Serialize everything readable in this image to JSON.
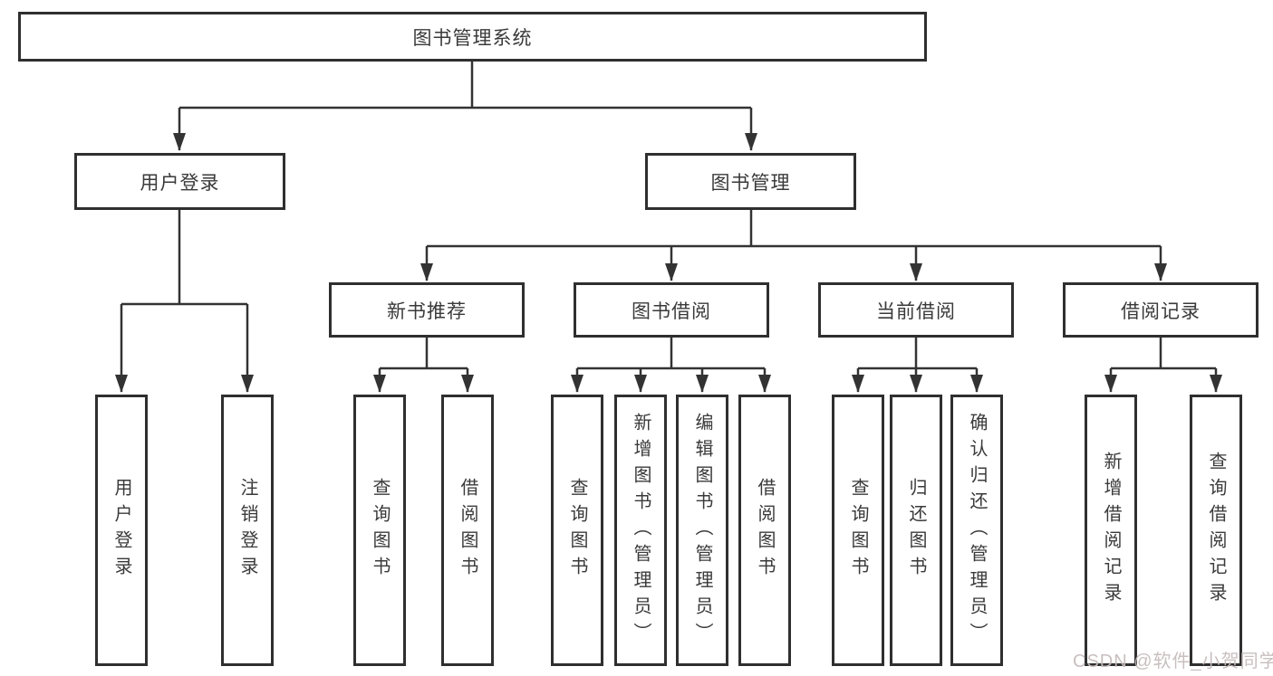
{
  "diagram": {
    "type": "tree",
    "colors": {
      "line": "#333333",
      "border": "#2f2f2f",
      "box_background": "#ffffff",
      "text": "#3a3a3a",
      "watermark": "#c7bcbc"
    },
    "root": {
      "label": "图书管理系统"
    },
    "level2": [
      {
        "label": "用户登录"
      },
      {
        "label": "图书管理"
      }
    ],
    "level3": [
      {
        "label": "新书推荐",
        "parent": "图书管理"
      },
      {
        "label": "图书借阅",
        "parent": "图书管理"
      },
      {
        "label": "当前借阅",
        "parent": "图书管理"
      },
      {
        "label": "借阅记录",
        "parent": "图书管理"
      }
    ],
    "leaves": [
      {
        "label": "用户登录",
        "parent": "用户登录"
      },
      {
        "label": "注销登录",
        "parent": "用户登录"
      },
      {
        "label": "查询图书",
        "parent": "新书推荐"
      },
      {
        "label": "借阅图书",
        "parent": "新书推荐"
      },
      {
        "label": "查询图书",
        "parent": "图书借阅"
      },
      {
        "label": "新增图书（管理员）",
        "parent": "图书借阅"
      },
      {
        "label": "编辑图书（管理员）",
        "parent": "图书借阅"
      },
      {
        "label": "借阅图书",
        "parent": "图书借阅"
      },
      {
        "label": "查询图书",
        "parent": "当前借阅"
      },
      {
        "label": "归还图书",
        "parent": "当前借阅"
      },
      {
        "label": "确认归还（管理员）",
        "parent": "当前借阅"
      },
      {
        "label": "新增借阅记录",
        "parent": "借阅记录"
      },
      {
        "label": "查询借阅记录",
        "parent": "借阅记录"
      }
    ]
  },
  "watermark": {
    "text": "CSDN @软件_小贺同学"
  }
}
